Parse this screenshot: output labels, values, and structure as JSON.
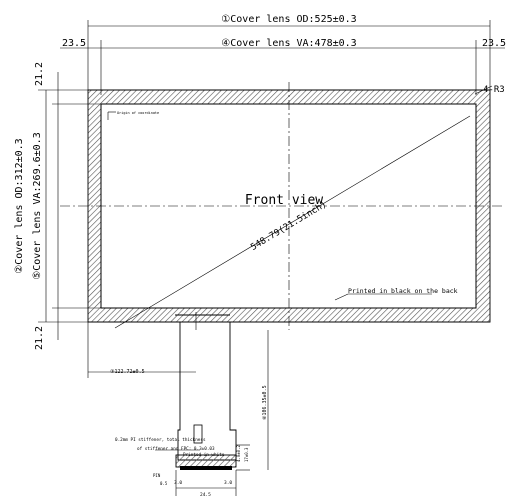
{
  "labels": {
    "od_width": "①Cover lens OD:525±0.3",
    "va_width": "④Cover lens VA:478±0.3",
    "left_margin": "23.5",
    "right_margin": "23.5",
    "top_margin": "21.2",
    "bottom_margin": "21.2",
    "od_height": "②Cover lens OD:312±0.3",
    "va_height": "⑤Cover lens VA:269.6±0.3",
    "corner_radius": "4-R3",
    "front_view": "Front view",
    "diagonal": "548.79(21.5inch)",
    "printed_back": "Printed in black on the back",
    "fpc_offset": "③122.72±0.5",
    "fpc_length": "⑥106.35±0.5",
    "stiffener_line1": "0.2mm PI stiffener, total thickness",
    "stiffener_line2": "of stiffener and FPC: 0.3±0.03",
    "printed_white": "Printed in white",
    "tiny_corner_note": "Origin of coordinate",
    "dim_small_1": "4.0±0.2",
    "dim_small_2": "17±0.3",
    "dim_fpc_a": "3.0",
    "dim_fpc_b": "24.5",
    "dim_fpc_c": "3.0",
    "dim_pin": "0.5",
    "dim_pin2": "PIN"
  },
  "colors": {
    "ink": "#000000",
    "paper": "#ffffff",
    "hatch": "#555555"
  }
}
